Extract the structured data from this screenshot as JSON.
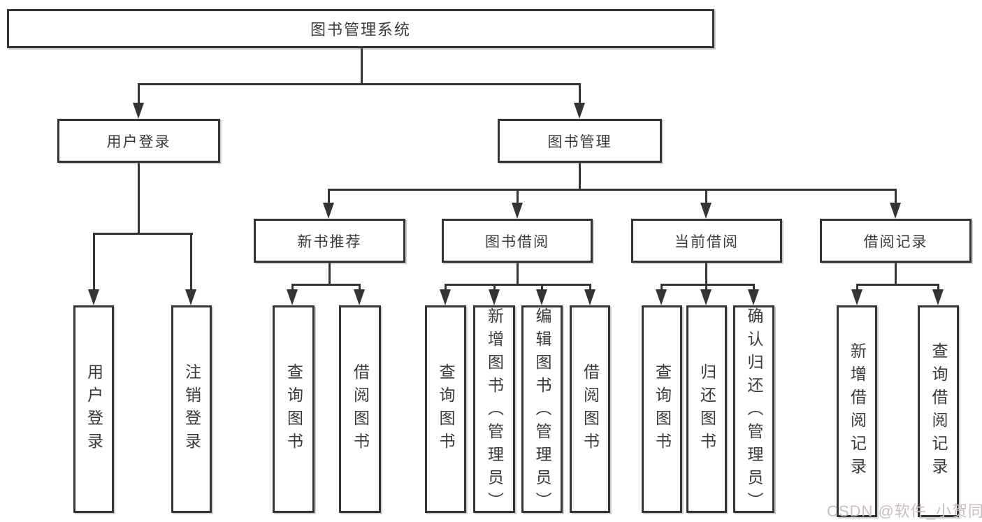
{
  "diagram": {
    "root": {
      "label": "图书管理系统"
    },
    "level2": {
      "user_login": {
        "label": "用户登录"
      },
      "book_mgmt": {
        "label": "图书管理"
      }
    },
    "level3": {
      "new_books": {
        "label": "新书推荐"
      },
      "book_borrow": {
        "label": "图书借阅"
      },
      "current_borrow": {
        "label": "当前借阅"
      },
      "borrow_records": {
        "label": "借阅记录"
      }
    },
    "leaves": {
      "user_login": [
        "用户登录",
        "注销登录"
      ],
      "new_books": [
        "查询图书",
        "借阅图书"
      ],
      "book_borrow": [
        "查询图书",
        "新增图书（管理员）",
        "编辑图书（管理员）",
        "借阅图书"
      ],
      "current_borrow": [
        "查询图书",
        "归还图书",
        "确认归还（管理员）"
      ],
      "borrow_records": [
        "新增借阅记录",
        "查询借阅记录"
      ]
    },
    "watermark": "CSDN @软件_小贺同学",
    "colors": {
      "line": "#343434",
      "text": "#3a3a3a",
      "watermark": "#c9bdbd",
      "background": "#ffffff"
    }
  }
}
